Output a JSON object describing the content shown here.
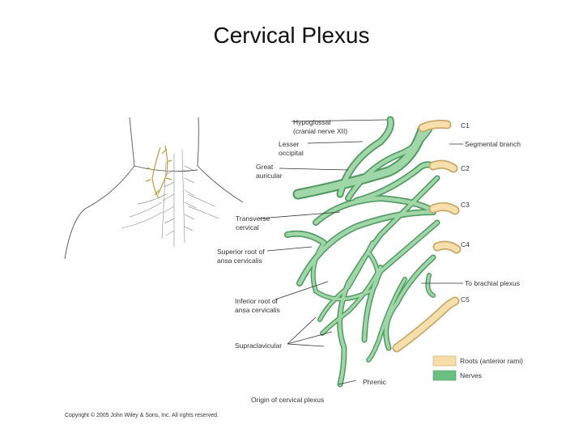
{
  "slide": {
    "title": "Cervical Plexus"
  },
  "figure": {
    "labels": {
      "hypoglossal_1": "Hypoglossal",
      "hypoglossal_2": "(cranial nerve XII)",
      "lesser_1": "Lesser",
      "lesser_2": "occipital",
      "great_1": "Great",
      "great_2": "auricular",
      "transverse_1": "Transverse",
      "transverse_2": "cervical",
      "superior_1": "Superior root of",
      "superior_2": "ansa cervicalis",
      "inferior_1": "Inferior root of",
      "inferior_2": "ansa cervicalis",
      "supraclavicular": "Supraclavicular",
      "phrenic": "Phrenic",
      "c1": "C1",
      "c2": "C2",
      "c3": "C3",
      "c4": "C4",
      "c5": "C5",
      "segmental": "Segmental branch",
      "brachial": "To brachial plexus"
    },
    "legend": {
      "roots": "Roots (anterior rami)",
      "nerves": "Nerves"
    },
    "caption": "Origin of cervical plexus",
    "copyright": "Copyright © 2005 John Wiley & Sons, Inc.  All rights reserved.",
    "colors": {
      "nerve": "#8fd19a",
      "nerve_outline": "#4f9a5f",
      "root": "#f5dca8",
      "root_outline": "#c9a96a"
    }
  }
}
